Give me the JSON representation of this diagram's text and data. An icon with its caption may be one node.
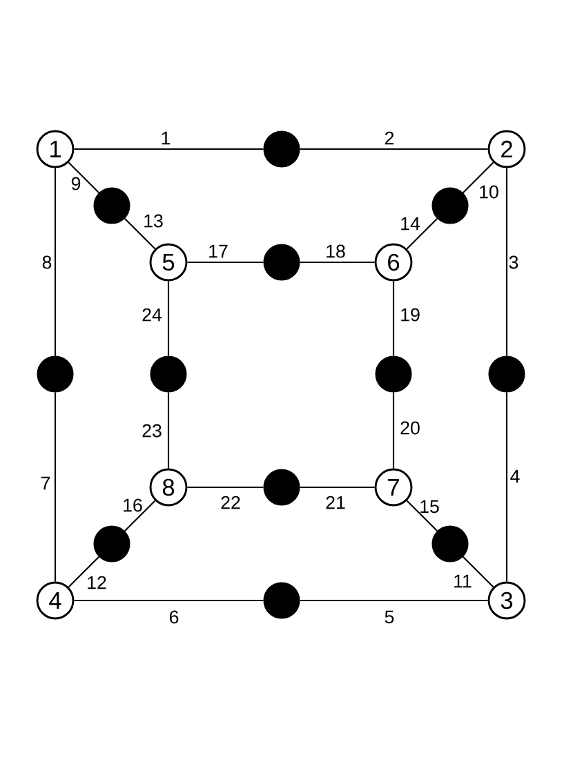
{
  "diagram": {
    "nodes": [
      {
        "text": [
          "1"
        ]
      },
      {
        "text": [],
        "shape": "circle"
      },
      {
        "text": [
          "2"
        ]
      },
      {
        "text": [],
        "shape": "circle"
      },
      {
        "text": [],
        "shape": "circle"
      },
      {
        "text": [
          "5"
        ]
      },
      {
        "text": [],
        "shape": "circle"
      },
      {
        "text": [
          "6"
        ]
      },
      {
        "text": [],
        "shape": "circle"
      },
      {
        "text": [],
        "shape": "circle"
      },
      {
        "text": [],
        "shape": "circle"
      },
      {
        "text": [],
        "shape": "circle"
      },
      {
        "text": [
          "8"
        ]
      },
      {
        "text": [],
        "shape": "circle"
      },
      {
        "text": [
          "7"
        ]
      },
      {
        "text": [],
        "shape": "circle"
      },
      {
        "text": [],
        "shape": "circle"
      },
      {
        "text": [
          "4"
        ]
      },
      {
        "text": [],
        "shape": "circle"
      },
      {
        "text": [
          "3"
        ]
      }
    ],
    "edges": [
      {
        "from": 0,
        "to": 1,
        "arrow": "none",
        "label": "1"
      },
      {
        "from": 1,
        "to": 2,
        "arrow": "none",
        "label": "2"
      },
      {
        "from": 2,
        "to": 11,
        "arrow": "none",
        "label": "3"
      },
      {
        "from": 11,
        "to": 19,
        "arrow": "none",
        "label": "4"
      },
      {
        "from": 19,
        "to": 18,
        "arrow": "none",
        "label": "5"
      },
      {
        "from": 18,
        "to": 17,
        "arrow": "none",
        "label": "6"
      },
      {
        "from": 17,
        "to": 8,
        "arrow": "none",
        "label": "7"
      },
      {
        "from": 8,
        "to": 0,
        "arrow": "none",
        "label": "8"
      },
      {
        "from": 0,
        "to": 3,
        "arrow": "none",
        "label": "9"
      },
      {
        "from": 2,
        "to": 4,
        "arrow": "none",
        "label": "10"
      },
      {
        "from": 19,
        "to": 16,
        "arrow": "none",
        "label": "11"
      },
      {
        "from": 17,
        "to": 15,
        "arrow": "none",
        "label": "12"
      },
      {
        "from": 3,
        "to": 5,
        "arrow": "none",
        "label": "13"
      },
      {
        "from": 4,
        "to": 7,
        "arrow": "none",
        "label": "14"
      },
      {
        "from": 16,
        "to": 14,
        "arrow": "none",
        "label": "15"
      },
      {
        "from": 15,
        "to": 12,
        "arrow": "none",
        "label": "16"
      },
      {
        "from": 5,
        "to": 6,
        "arrow": "none",
        "label": "17"
      },
      {
        "from": 6,
        "to": 7,
        "arrow": "none",
        "label": "18"
      },
      {
        "from": 7,
        "to": 10,
        "arrow": "none",
        "label": "19"
      },
      {
        "from": 10,
        "to": 14,
        "arrow": "none",
        "label": "20"
      },
      {
        "from": 13,
        "to": 14,
        "arrow": "none",
        "label": "21"
      },
      {
        "from": 12,
        "to": 13,
        "arrow": "none",
        "label": "22"
      },
      {
        "from": 9,
        "to": 12,
        "arrow": "none",
        "label": "23"
      },
      {
        "from": 5,
        "to": 9,
        "arrow": "none",
        "label": "24"
      }
    ]
  }
}
